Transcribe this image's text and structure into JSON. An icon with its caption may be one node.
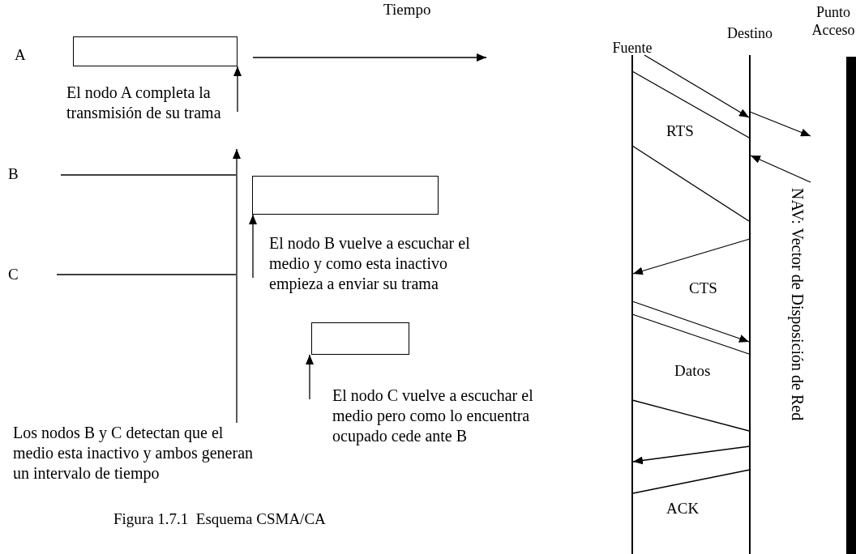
{
  "diagram": {
    "caption": "Figura 1.7.1  Esquema CSMA/CA",
    "nodes": [
      {
        "text": [],
        "shape": "box"
      },
      {
        "text": [],
        "shape": "box"
      },
      {
        "text": [],
        "shape": "box"
      },
      {
        "text": [
          "El nodo A completa la transmisión de su trama"
        ]
      },
      {
        "text": [
          "El nodo B vuelve a escuchar el medio y como esta inactivo empieza a enviar su trama"
        ]
      },
      {
        "text": [
          "El nodo C vuelve a escuchar el medio pero como lo encuentra ocupado cede ante B"
        ]
      },
      {
        "text": [
          "Los nodos B y C detectan que el medio esta inactivo y ambos generan un intervalo de tiempo"
        ]
      },
      {
        "text": [
          "Fuente"
        ]
      },
      {
        "text": [
          "Destino"
        ]
      },
      {
        "text": [
          "Punto Acceso"
        ]
      }
    ],
    "edges": [
      {
        "from": 3,
        "to": 0,
        "arrow": "to"
      },
      {
        "from": 4,
        "to": 1,
        "arrow": "to"
      },
      {
        "from": 5,
        "to": 2,
        "arrow": "to"
      },
      {
        "from": 6,
        "to": null,
        "arrow": "to"
      },
      {
        "from": 7,
        "to": 8,
        "arrow": "to"
      },
      {
        "from": 7,
        "to": 8,
        "arrow": "none"
      },
      {
        "from": 8,
        "to": 9,
        "arrow": "to"
      },
      {
        "from": 9,
        "to": 8,
        "arrow": "to"
      },
      {
        "from": 7,
        "to": 8,
        "arrow": "none"
      },
      {
        "from": 8,
        "to": 7,
        "arrow": "to"
      },
      {
        "from": 7,
        "to": 8,
        "arrow": "to"
      },
      {
        "from": 7,
        "to": 8,
        "arrow": "none"
      },
      {
        "from": 7,
        "to": 8,
        "arrow": "none"
      },
      {
        "from": 8,
        "to": 7,
        "arrow": "to"
      },
      {
        "from": 8,
        "to": 7,
        "arrow": "none"
      }
    ],
    "labels": [
      "A",
      "Tiempo",
      "B",
      "C",
      "RTS",
      "CTS",
      "Datos",
      "ACK",
      "NAV: Vector de Disposición de Red"
    ]
  }
}
